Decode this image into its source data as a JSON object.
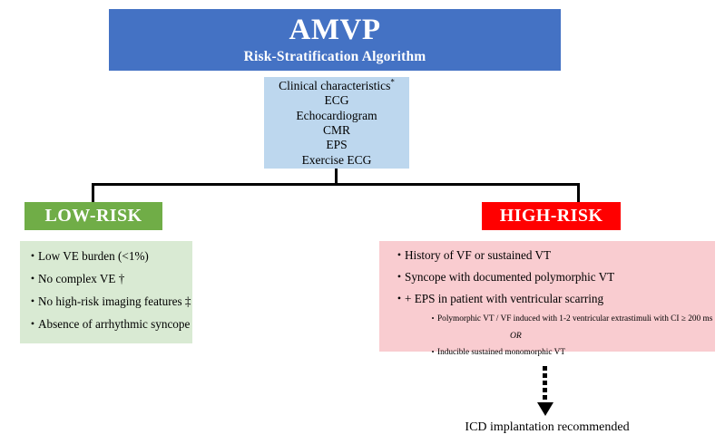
{
  "title": {
    "main": "AMVP",
    "subtitle": "Risk-Stratification Algorithm",
    "color": "#4472c4"
  },
  "clinical_box": {
    "color": "#bdd7ee",
    "lines": [
      "Clinical characteristics",
      "ECG",
      "Echocardiogram",
      "CMR",
      "EPS",
      "Exercise ECG"
    ],
    "first_line_marker": "*"
  },
  "low_risk": {
    "header": "LOW-RISK",
    "header_color": "#70ad47",
    "box_color": "#d9ead3",
    "bullet_glyph": "•",
    "criteria": [
      "Low VE burden (<1%)",
      "No complex VE †",
      "No high-risk imaging features ‡",
      "Absence of arrhythmic syncope"
    ]
  },
  "high_risk": {
    "header": "HIGH-RISK",
    "header_color": "#ff0000",
    "box_color": "#f9ccd0",
    "bullet_glyph": "•",
    "sub_bullet_glyph": "•",
    "criteria": [
      "History of VF or sustained VT",
      "Syncope with documented polymorphic VT",
      "+ EPS in patient with ventricular scarring"
    ],
    "sub_criteria": [
      "Polymorphic VT / VF induced with 1-2 ventricular extrastimuli with CI ≥  200 ms",
      "Inducible sustained monomorphic VT"
    ],
    "connector_word": "OR"
  },
  "outcome": {
    "text": "ICD implantation recommended"
  }
}
